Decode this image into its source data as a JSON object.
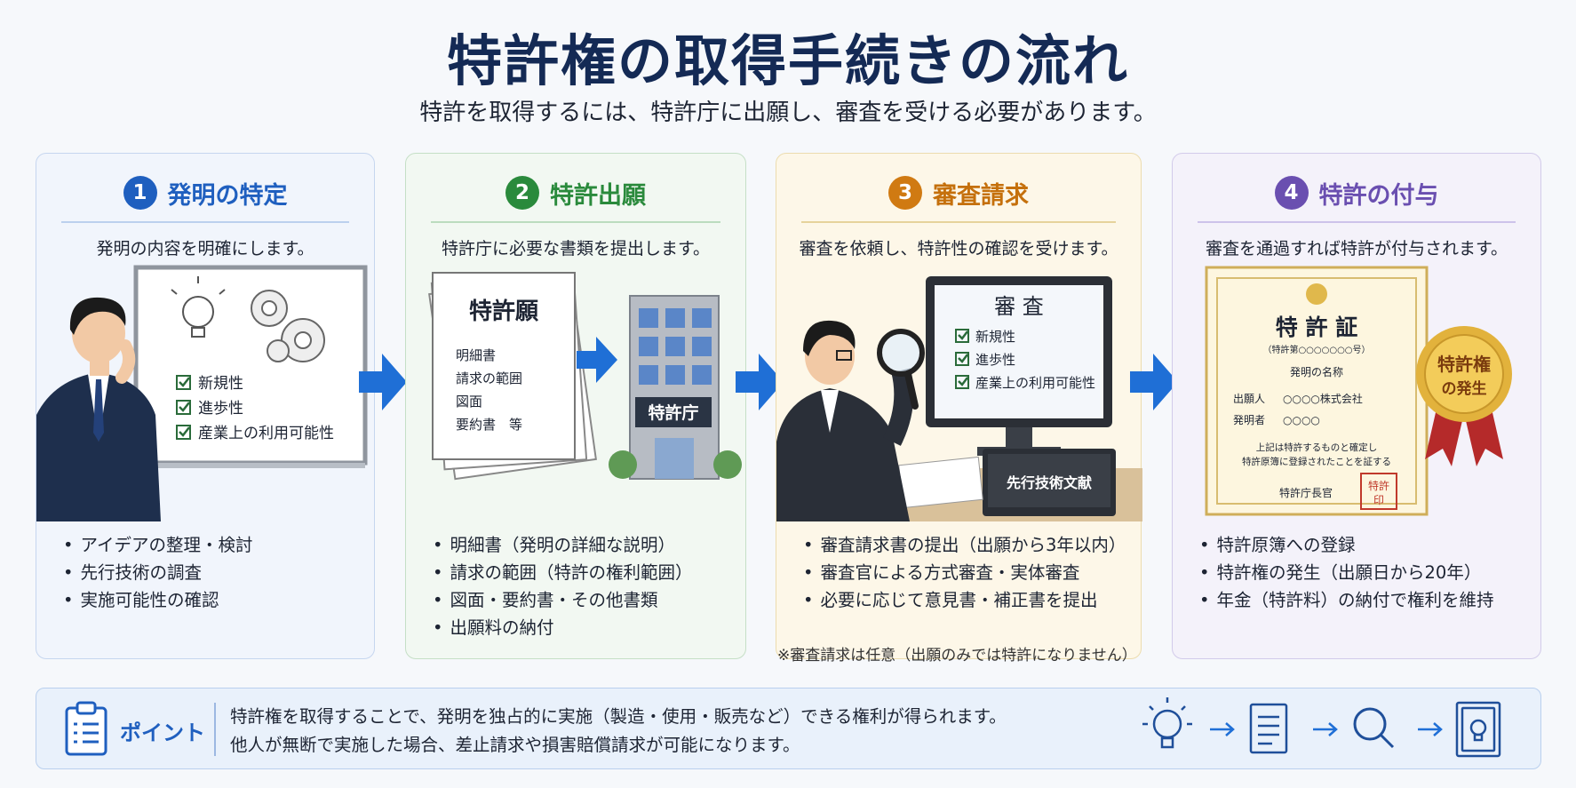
{
  "title": "特許権の取得手続きの流れ",
  "subtitle": "特許を取得するには、特許庁に出願し、審査を受ける必要があります。",
  "steps": [
    {
      "number": "1",
      "title": "発明の特定",
      "description": "発明の内容を明確にします。",
      "board_items": [
        "新規性",
        "進歩性",
        "産業上の利用可能性"
      ],
      "bullets": [
        "アイデアの整理・検討",
        "先行技術の調査",
        "実施可能性の確認"
      ]
    },
    {
      "number": "2",
      "title": "特許出願",
      "description": "特許庁に必要な書類を提出します。",
      "doc_title": "特許願",
      "doc_lines": [
        "明細書",
        "請求の範囲",
        "図面",
        "要約書　等"
      ],
      "building_sign": "特許庁",
      "bullets": [
        "明細書（発明の詳細な説明）",
        "請求の範囲（特許の権利範囲）",
        "図面・要約書・その他書類",
        "出願料の納付"
      ]
    },
    {
      "number": "3",
      "title": "審査請求",
      "description": "審査を依頼し、特許性の確認を受けます。",
      "screen_title": "審 査",
      "screen_items": [
        "新規性",
        "進歩性",
        "産業上の利用可能性"
      ],
      "book_label": "先行技術文献",
      "bullets": [
        "審査請求書の提出（出願から3年以内）",
        "審査官による方式審査・実体審査",
        "必要に応じて意見書・補正書を提出"
      ],
      "note": "※審査請求は任意（出願のみでは特許になりません）"
    },
    {
      "number": "4",
      "title": "特許の付与",
      "description": "審査を通過すれば特許が付与されます。",
      "certificate": {
        "title": "特 許 証",
        "number_line": "（特許第○○○○○○○号）",
        "name_line": "発明の名称",
        "applicant_label": "出願人",
        "applicant_value": "○○○○株式会社",
        "inventor_label": "発明者",
        "inventor_value": "○○○○",
        "statement_1": "上記は特許するものと確定し",
        "statement_2": "特許原簿に登録されたことを証する",
        "signer": "特許庁長官",
        "seal_1": "特許",
        "seal_2": "印"
      },
      "medal_line_1": "特許権",
      "medal_line_2": "の発生",
      "bullets": [
        "特許原簿への登録",
        "特許権の発生（出願日から20年）",
        "年金（特許料）の納付で権利を維持"
      ]
    }
  ],
  "point": {
    "label": "ポイント",
    "line_1": "特許権を取得することで、発明を独占的に実施（製造・使用・販売など）できる権利が得られます。",
    "line_2": "他人が無断で実施した場合、差止請求や損害賠償請求が可能になります。"
  },
  "colors": {
    "step1": "#1f5fbf",
    "step2": "#2a8a3c",
    "step3": "#d07a12",
    "step4": "#6a4fb0",
    "arrow": "#1f6fd6",
    "title": "#142a55"
  },
  "icons": [
    "lightbulb-icon",
    "document-icon",
    "magnifier-icon",
    "certificate-icon"
  ]
}
